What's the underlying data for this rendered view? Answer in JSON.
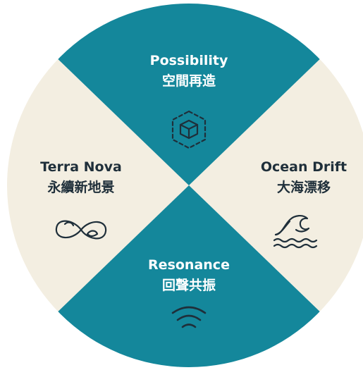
{
  "colors": {
    "teal": "#14879b",
    "cream": "#f3eee1",
    "dark_text": "#1f2f3a",
    "light_text": "#ffffff"
  },
  "segments": [
    {
      "position": "top",
      "fill": "teal",
      "title": "Possibility",
      "subtitle": "空間再造",
      "icon": "dashed-cube-icon"
    },
    {
      "position": "right",
      "fill": "cream",
      "title": "Ocean Drift",
      "subtitle": "大海漂移",
      "icon": "wave-icon"
    },
    {
      "position": "bottom",
      "fill": "teal",
      "title": "Resonance",
      "subtitle": "回聲共振",
      "icon": "wifi-signal-icon"
    },
    {
      "position": "left",
      "fill": "cream",
      "title": "Terra Nova",
      "subtitle": "永續新地景",
      "icon": "infinity-leaf-icon"
    }
  ]
}
